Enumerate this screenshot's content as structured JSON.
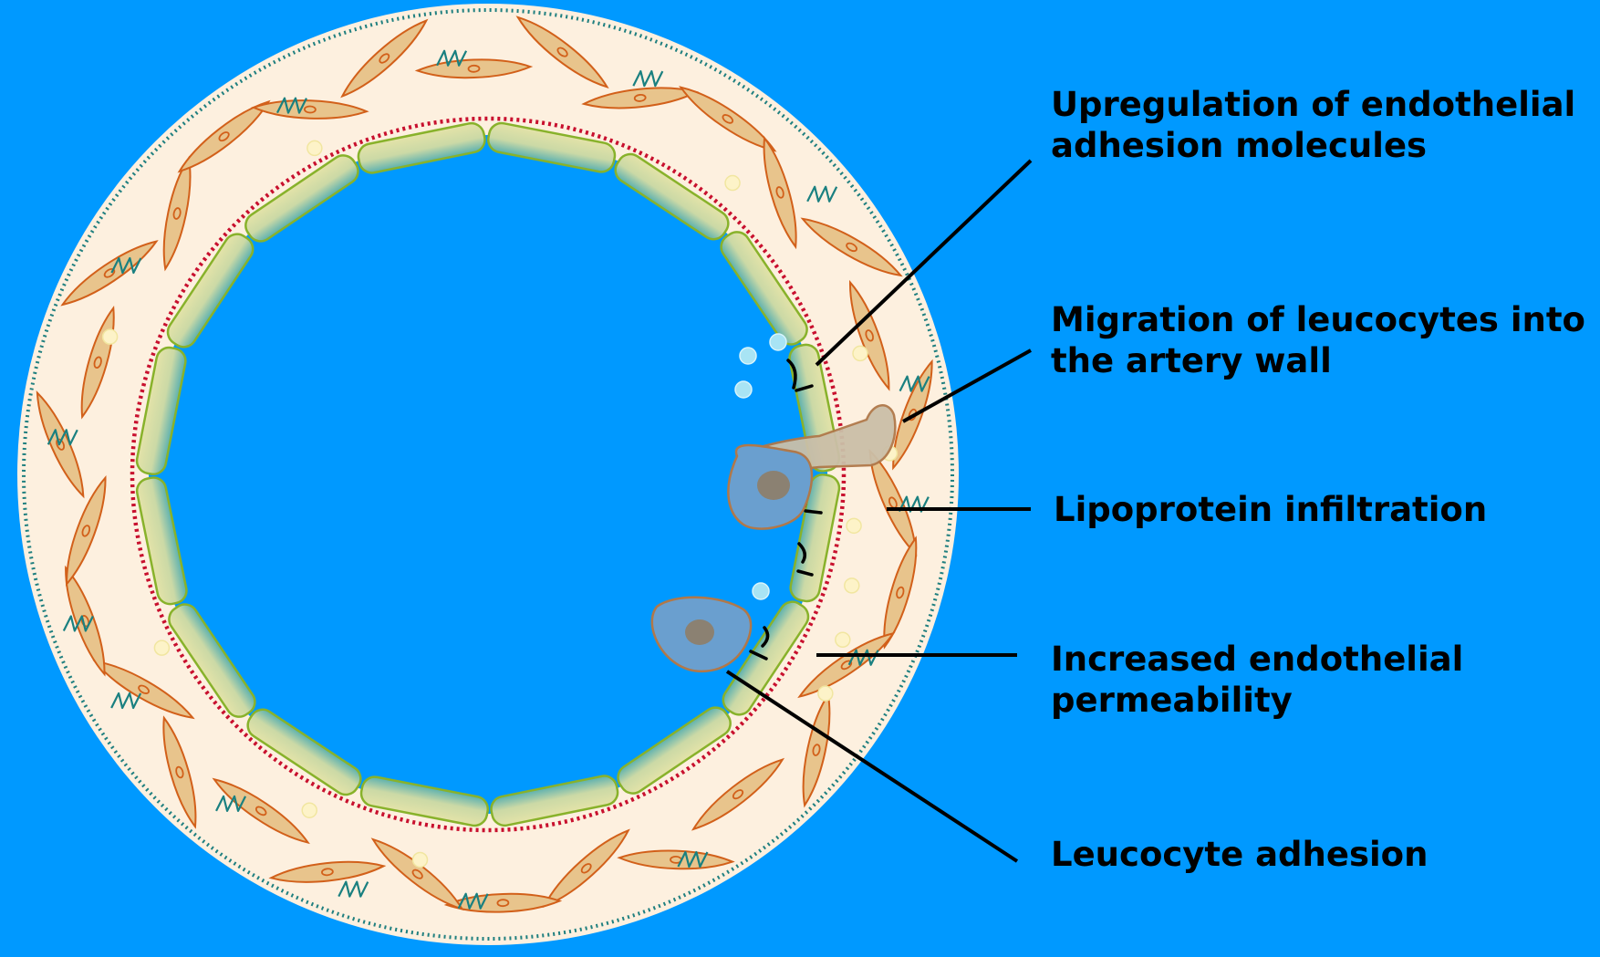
{
  "colors": {
    "background": "#0099ff",
    "wall": "#fdf0df",
    "smooth_muscle_fill": "#e8c48c",
    "smooth_muscle_stroke": "#d2601a",
    "endothelium_fill": "#e4e3a8",
    "endothelium_stroke": "#88b22b",
    "elastic_lamina": "#c8102e",
    "adventitia_border": "#1f7f7f",
    "collagen": "#1a8080",
    "leucocyte_fill": "#6a9fcf",
    "leucocyte_stroke": "#b0784a",
    "lipoprotein": "#a8e4f4",
    "leader_line": "#000000"
  },
  "labels": [
    {
      "id": "upregulation",
      "lines": [
        "Upregulation of endothelial",
        "adhesion molecules"
      ]
    },
    {
      "id": "migration",
      "lines": [
        "Migration of leucocytes into",
        "the artery wall"
      ]
    },
    {
      "id": "lipoprotein",
      "lines": [
        "Lipoprotein infiltration"
      ]
    },
    {
      "id": "permeability",
      "lines": [
        "Increased endothelial",
        "permeability"
      ]
    },
    {
      "id": "adhesion",
      "lines": [
        "Leucocyte adhesion"
      ]
    }
  ]
}
